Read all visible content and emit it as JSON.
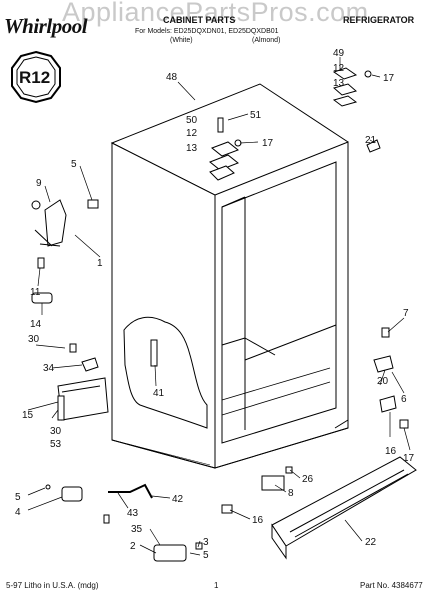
{
  "header": {
    "watermark": "AppliancePartsPros.com",
    "brand": "Whirlpool",
    "title": "CABINET PARTS",
    "category": "REFRIGERATOR",
    "models_line": "For Models: ED25DQXDN01, ED25DQXDB01",
    "color_white": "(White)",
    "color_almond": "(Almond)"
  },
  "badge": {
    "text": "R12"
  },
  "callouts": [
    "48",
    "49",
    "12",
    "13",
    "17",
    "51",
    "50",
    "12",
    "13",
    "17",
    "21",
    "5",
    "9",
    "1",
    "11",
    "14",
    "30",
    "34",
    "15",
    "30",
    "53",
    "41",
    "7",
    "20",
    "6",
    "16",
    "17",
    "26",
    "8",
    "42",
    "5",
    "4",
    "43",
    "35",
    "2",
    "16",
    "22",
    "3",
    "5"
  ],
  "footer": {
    "left": "5-97 Litho in U.S.A. (mdg)",
    "center": "1",
    "right": "Part No. 4384677"
  }
}
